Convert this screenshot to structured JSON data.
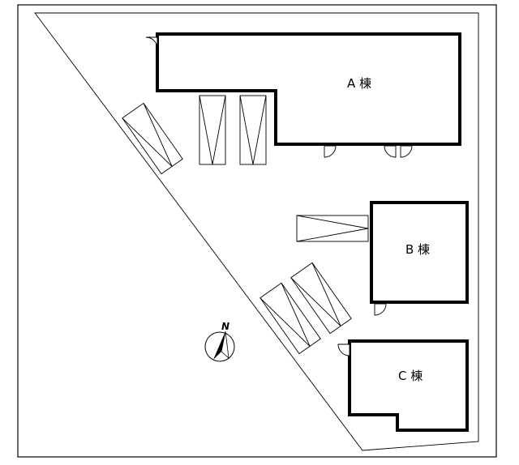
{
  "buildings": {
    "a": {
      "label": "A 棟"
    },
    "b": {
      "label": "B 棟"
    },
    "c": {
      "label": "C 棟"
    }
  },
  "compass": {
    "letter": "N"
  }
}
